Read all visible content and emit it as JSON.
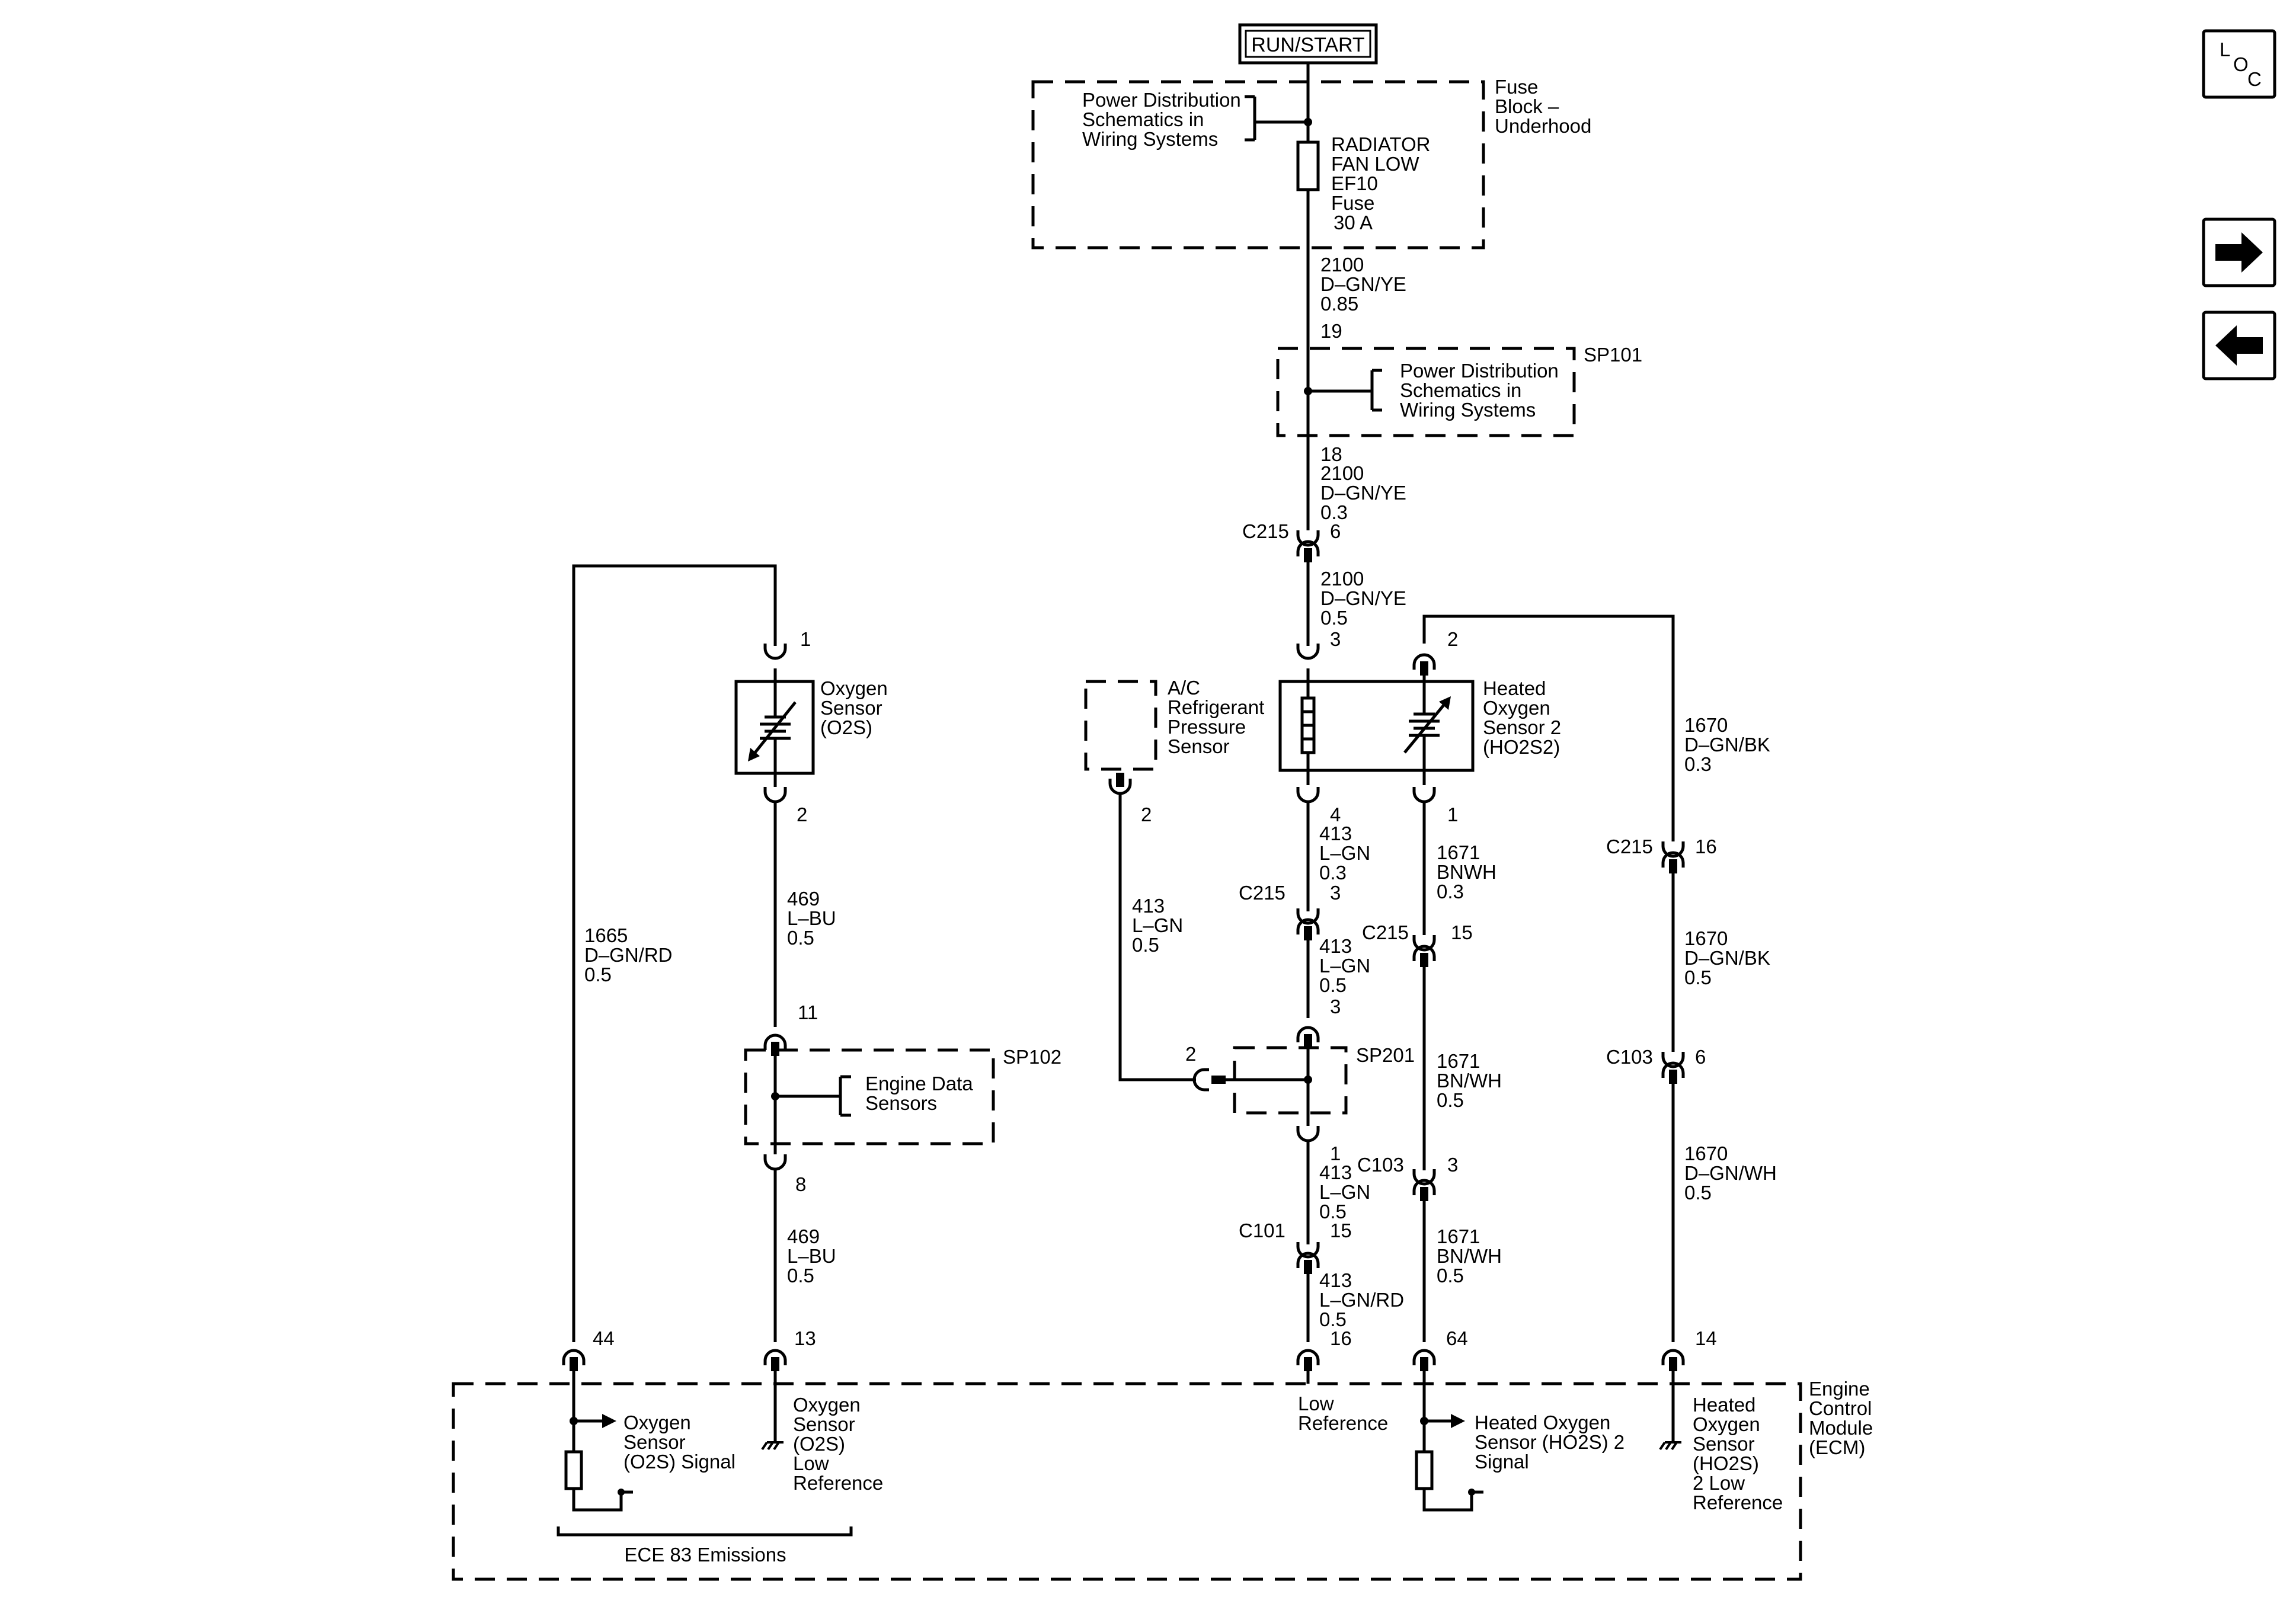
{
  "nav": {
    "loc": {
      "l": "L",
      "o": "O",
      "c": "C"
    },
    "forward_icon": "right-arrow-icon",
    "back_icon": "left-arrow-icon"
  },
  "top": {
    "run_start": "RUN/START",
    "pds1": [
      "Power Distribution",
      "Schematics in",
      "Wiring Systems"
    ],
    "fuse_label": [
      "RADIATOR",
      "FAN LOW",
      "EF10",
      "Fuse",
      "30 A"
    ],
    "fuse_block": [
      "Fuse",
      "Block –",
      "Underhood"
    ],
    "w2100a": [
      "2100",
      "D–GN/YE",
      "0.85"
    ],
    "pin19": "19",
    "sp101": "SP101",
    "pds2": [
      "Power Distribution",
      "Schematics in",
      "Wiring Systems"
    ],
    "pin18": "18",
    "w2100b": [
      "2100",
      "D–GN/YE",
      "0.3"
    ],
    "c215_6": "C215",
    "pin6": "6",
    "w2100c": [
      "2100",
      "D–GN/YE",
      "0.5"
    ],
    "pin3": "3"
  },
  "o2s": {
    "pin1": "1",
    "label": [
      "Oxygen",
      "Sensor",
      "(O2S)"
    ],
    "pin2": "2",
    "w469a": [
      "469",
      "L–BU",
      "0.5"
    ],
    "w1665": [
      "1665",
      "D–GN/RD",
      "0.5"
    ],
    "pin11": "11",
    "sp102": "SP102",
    "eds": [
      "Engine Data",
      "Sensors"
    ],
    "pin8": "8",
    "w469b": [
      "469",
      "L–BU",
      "0.5"
    ],
    "pin44": "44",
    "pin13": "13"
  },
  "ac": {
    "label": [
      "A/C",
      "Refrigerant",
      "Pressure",
      "Sensor"
    ],
    "pin2": "2",
    "w413": [
      "413",
      "L–GN",
      "0.5"
    ],
    "sp201_pin2": "2",
    "sp201": "SP201"
  },
  "mid": {
    "pin4": "4",
    "w413a": [
      "413",
      "L–GN",
      "0.3"
    ],
    "c215_3": "C215",
    "pin3a": "3",
    "w413b": [
      "413",
      "L–GN",
      "0.5"
    ],
    "pin3b": "3",
    "pin1": "1",
    "w413c": [
      "413",
      "L–GN",
      "0.5"
    ],
    "c101": "C101",
    "pin15": "15",
    "w413d": [
      "413",
      "L–GN/RD",
      "0.5"
    ],
    "pin16": "16"
  },
  "ho2s": {
    "pin2": "2",
    "label": [
      "Heated",
      "Oxygen",
      "Sensor 2",
      "(HO2S2)"
    ],
    "pin1": "1",
    "w1671a": [
      "1671",
      "BNWH",
      "0.3"
    ],
    "c215_15": "C215",
    "pin15": "15",
    "w1671b": [
      "1671",
      "BN/WH",
      "0.5"
    ],
    "c103_3": "C103",
    "pin3": "3",
    "w1671c": [
      "1671",
      "BN/WH",
      "0.5"
    ],
    "pin64": "64",
    "w1670a": [
      "1670",
      "D–GN/BK",
      "0.3"
    ],
    "c215_16": "C215",
    "pin16": "16",
    "w1670b": [
      "1670",
      "D–GN/BK",
      "0.5"
    ],
    "c103_6": "C103",
    "pin6": "6",
    "w1670c": [
      "1670",
      "D–GN/WH",
      "0.5"
    ],
    "pin14": "14"
  },
  "ecm": {
    "o2s_signal": [
      "Oxygen",
      "Sensor",
      "(O2S) Signal"
    ],
    "o2s_low": [
      "Oxygen",
      "Sensor",
      "(O2S)",
      "Low",
      "Reference"
    ],
    "low_ref": [
      "Low",
      "Reference"
    ],
    "ho2s_signal": [
      "Heated Oxygen",
      "Sensor (HO2S) 2",
      "Signal"
    ],
    "ho2s_low": [
      "Heated",
      "Oxygen",
      "Sensor",
      "(HO2S)",
      "2 Low",
      "Reference"
    ],
    "ecm_label": [
      "Engine",
      "Control",
      "Module",
      "(ECM)"
    ],
    "ece": "ECE 83 Emissions"
  }
}
